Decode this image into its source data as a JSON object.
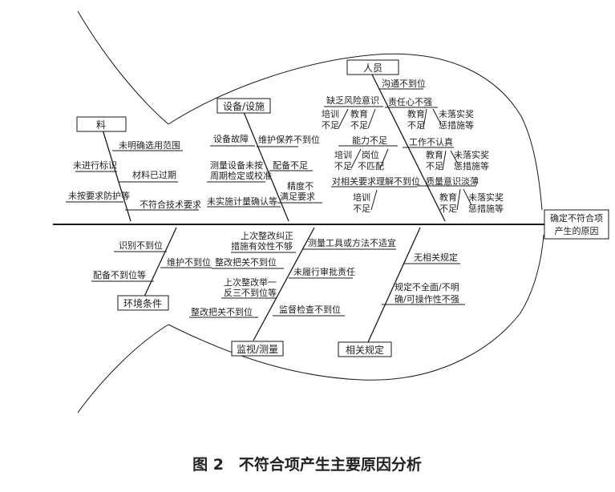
{
  "diagram": {
    "head_label": [
      "确定不符合项",
      "产生的原因"
    ],
    "caption": "图 2　不符合项产生主要原因分析",
    "categories": {
      "material": "料",
      "equipment": "设备/设施",
      "personnel": "人员",
      "environment": "环境条件",
      "monitoring": "监视/测量",
      "regulations": "相关规定"
    },
    "causes": {
      "material": [
        "未明确选用范围",
        "未进行标识",
        "材料已过期",
        "未按要求防护等",
        "不符合技术要求"
      ],
      "equipment": [
        "设备故障",
        "维护保养不到位",
        "测量设备未按",
        "周期检定或校准",
        "配备不足",
        "精度不",
        "满足要求",
        "未实施计量确认等"
      ],
      "personnel": {
        "main": [
          "沟通不到位",
          "缺乏风险意识",
          "责任心不强",
          "能力不足",
          "工作不认真",
          "对相关要求理解不到位",
          "质量意识淡薄"
        ],
        "sub": [
          "培训",
          "不足",
          "教育",
          "不足",
          "教育",
          "不足",
          "未落实奖",
          "惩措施等",
          "培训",
          "不足",
          "岗位",
          "不匹配",
          "教育",
          "不足",
          "未落实奖",
          "惩措施等",
          "培训",
          "不足",
          "教育",
          "不足",
          "未落实奖",
          "惩措施等"
        ]
      },
      "environment": [
        "识别不到位",
        "维护不到位",
        "配备不到位等"
      ],
      "monitoring": [
        "上次整改纠正",
        "措施有效性不够",
        "整改把关不到位",
        "测量工具或方法不适宜",
        "上次整改举一",
        "反三不到位等",
        "未履行审批责任",
        "整改把关不到位",
        "监督检查不到位"
      ],
      "regulations": [
        "无相关规定",
        "规定不全面/不明",
        "确/可操作性不强"
      ]
    }
  }
}
